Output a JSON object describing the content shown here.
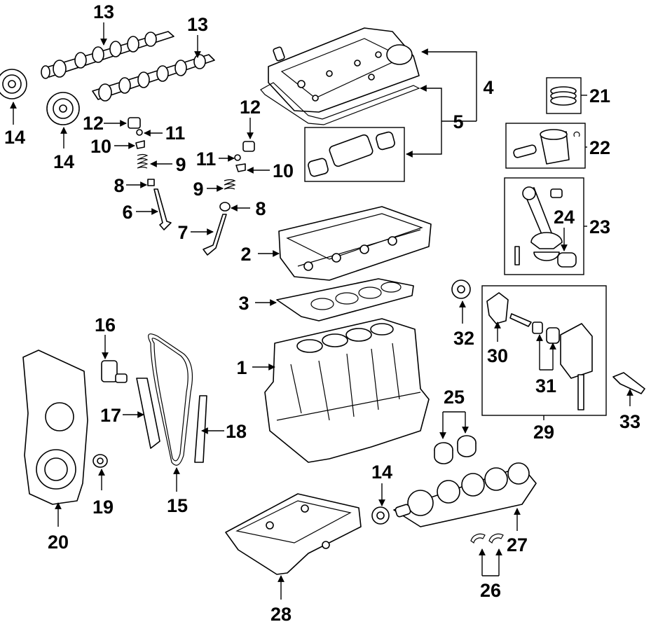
{
  "diagram": {
    "callouts": {
      "c1": "1",
      "c2": "2",
      "c3": "3",
      "c4": "4",
      "c5": "5",
      "c6": "6",
      "c7": "7",
      "c8a": "8",
      "c8b": "8",
      "c9a": "9",
      "c9b": "9",
      "c10a": "10",
      "c10b": "10",
      "c11a": "11",
      "c11b": "11",
      "c12a": "12",
      "c12b": "12",
      "c13a": "13",
      "c13b": "13",
      "c14a": "14",
      "c14b": "14",
      "c14c": "14",
      "c15": "15",
      "c16": "16",
      "c17": "17",
      "c18": "18",
      "c19": "19",
      "c20": "20",
      "c21": "21",
      "c22": "22",
      "c23": "23",
      "c24": "24",
      "c25": "25",
      "c26": "26",
      "c27": "27",
      "c28": "28",
      "c29": "29",
      "c30": "30",
      "c31": "31",
      "c32": "32",
      "c33": "33"
    }
  }
}
